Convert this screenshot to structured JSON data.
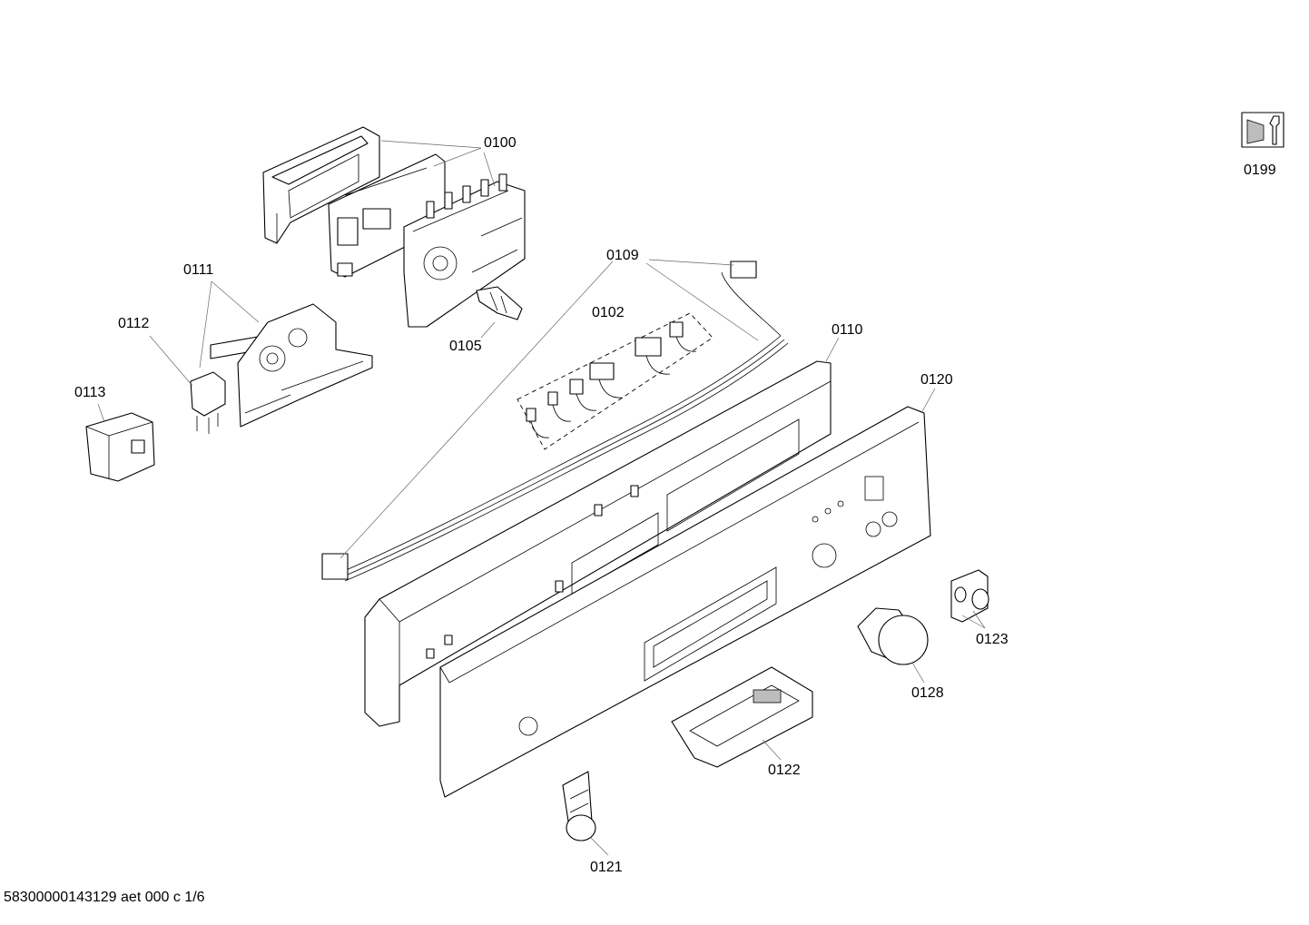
{
  "diagram": {
    "labels": {
      "p0100": "0100",
      "p0111": "0111",
      "p0112": "0112",
      "p0113": "0113",
      "p0105": "0105",
      "p0109": "0109",
      "p0102": "0102",
      "p0110": "0110",
      "p0120": "0120",
      "p0199": "0199",
      "p0123": "0123",
      "p0128": "0128",
      "p0122": "0122",
      "p0121": "0121"
    }
  },
  "footer": {
    "code": "58300000143129 aet 000 c 1/6"
  }
}
